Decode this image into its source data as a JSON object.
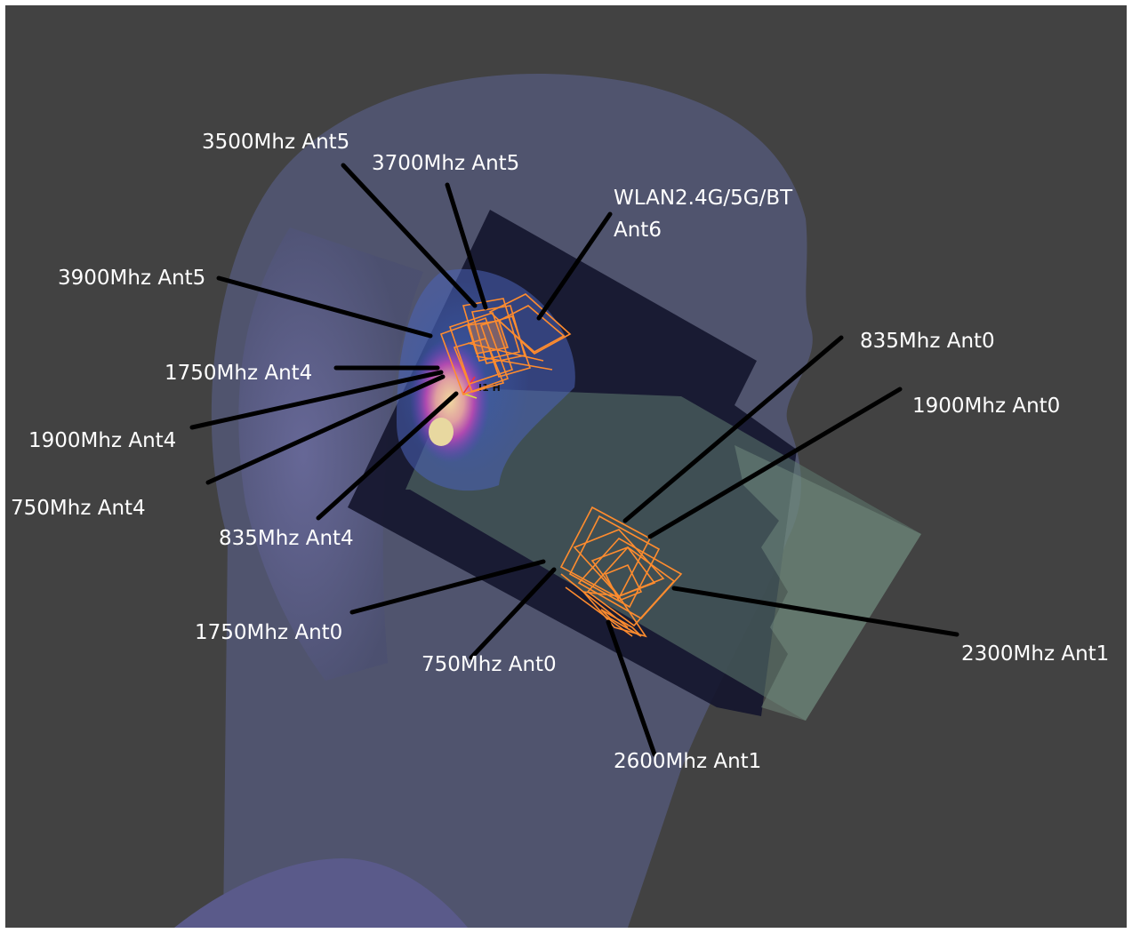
{
  "colors": {
    "background": "#424242",
    "head": "#555a7d",
    "phone_dark": "#16172e",
    "phone_light": "#5f7a70",
    "antenna": "#ff8c2e",
    "leader_line": "#000000",
    "label_text": "#ffffff"
  },
  "hotspot_marker": "I1 H",
  "labels": {
    "l3500_ant5": "3500Mhz Ant5",
    "l3700_ant5": "3700Mhz Ant5",
    "wlan_ant6_line1": "WLAN2.4G/5G/BT",
    "wlan_ant6_line2": "Ant6",
    "l3900_ant5": "3900Mhz Ant5",
    "l1750_ant4": "1750Mhz Ant4",
    "l1900_ant4": "1900Mhz Ant4",
    "l750_ant4": "750Mhz Ant4",
    "l835_ant4": "835Mhz Ant4",
    "l835_ant0": "835Mhz Ant0",
    "l1900_ant0": "1900Mhz Ant0",
    "l1750_ant0": "1750Mhz Ant0",
    "l750_ant0": "750Mhz Ant0",
    "l2300_ant1": "2300Mhz Ant1",
    "l2600_ant1": "2600Mhz Ant1"
  }
}
